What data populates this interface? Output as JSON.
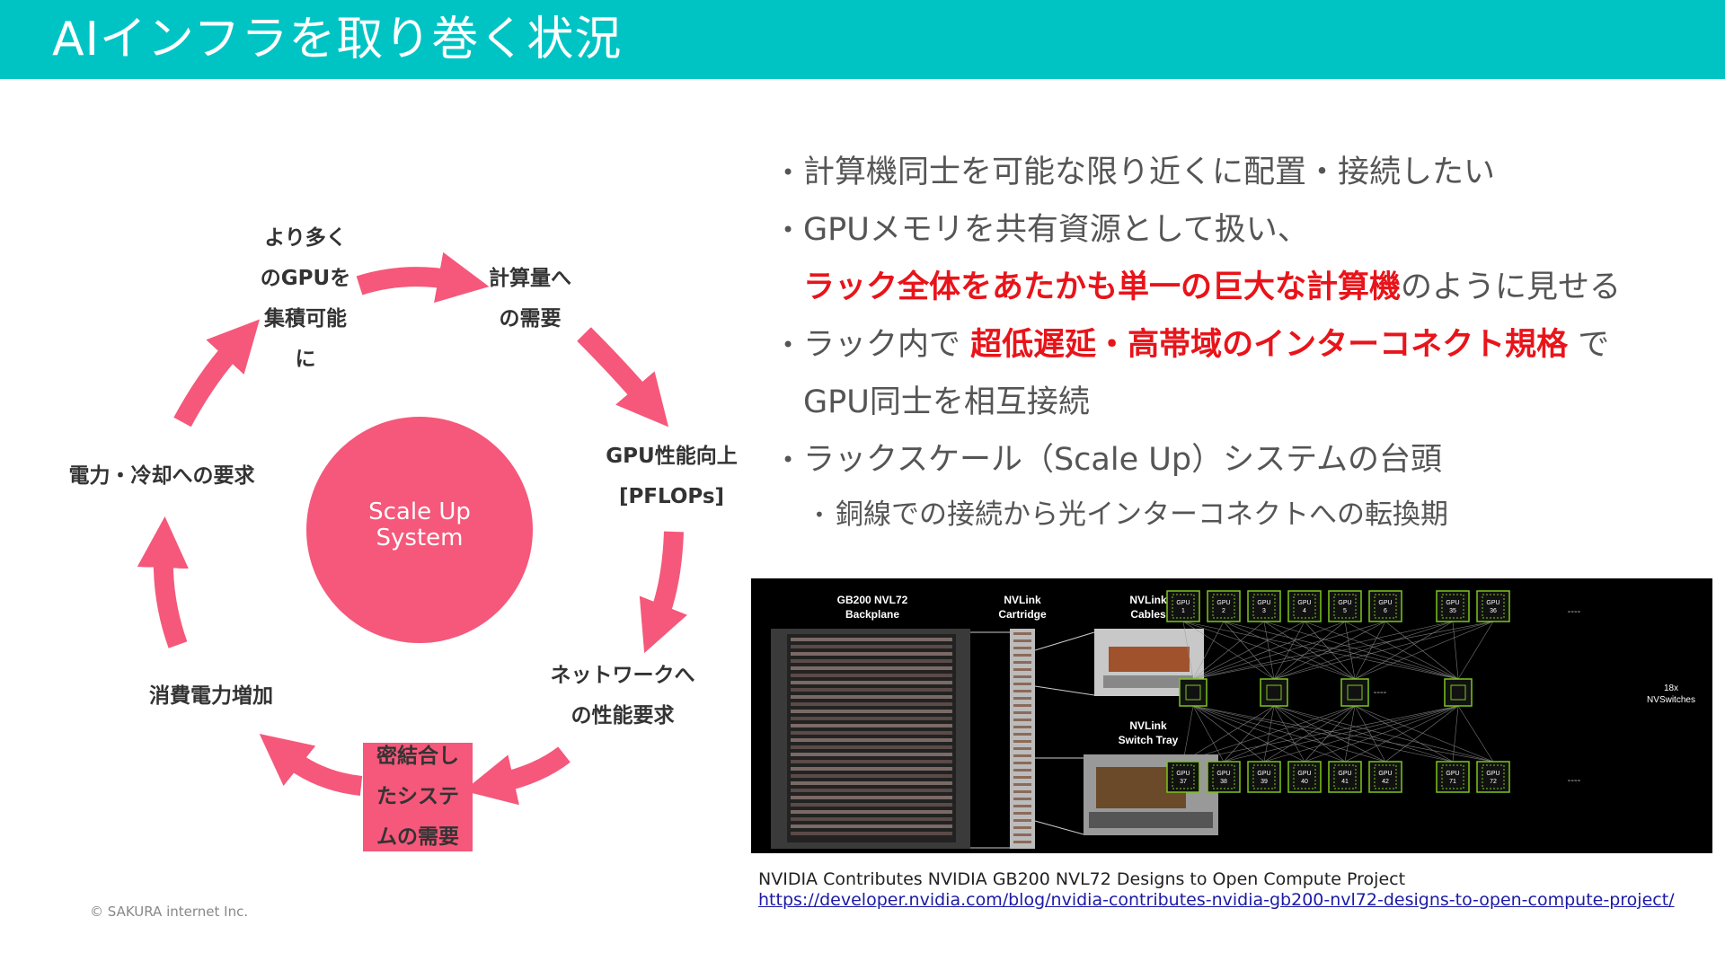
{
  "header": {
    "title": "AIインフラを取り巻く状況",
    "bg_color": "#00c4c4"
  },
  "cycle": {
    "center": {
      "line1": "Scale Up",
      "line2": "System",
      "color": "#f5587a"
    },
    "arrow_color": "#f5587a",
    "nodes": [
      {
        "lines": [
          "より多く",
          "のGPUを",
          "集積可能",
          "に"
        ]
      },
      {
        "lines": [
          "計算量へ",
          "の需要"
        ]
      },
      {
        "lines": [
          "GPU性能向上",
          "[PFLOPs]"
        ]
      },
      {
        "lines": [
          "ネットワークへ",
          "の性能要求"
        ]
      },
      {
        "lines": [
          "密結合し",
          "たシステ",
          "ムの需要"
        ],
        "highlighted": true
      },
      {
        "lines": [
          "消費電力増加"
        ]
      },
      {
        "lines": [
          "電力・冷却への要求"
        ]
      }
    ]
  },
  "bullets": {
    "b1": "計算機同士を可能な限り近くに配置・接続したい",
    "b2": "GPUメモリを共有資源として扱い、",
    "b2_red": "ラック全体をあたかも単一の巨大な計算機",
    "b2_tail": "のように見せる",
    "b3_pre": "ラック内で ",
    "b3_red": "超低遅延・高帯域のインターコネクト規格",
    "b3_post": " で",
    "b3_cont": "GPU同士を相互接続",
    "b4": "ラックスケール（Scale Up）システムの台頭",
    "b4_sub": "銅線での接続から光インターコネクトへの転換期",
    "bullet_glyph": "•",
    "accent_red": "#e8141a"
  },
  "figure": {
    "backplane_label_1": "GB200 NVL72",
    "backplane_label_2": "Backplane",
    "cartridge_label_1": "NVLink",
    "cartridge_label_2": "Cartridge",
    "cables_label_1": "NVLink",
    "cables_label_2": "Cables",
    "tray_label_1": "NVLink",
    "tray_label_2": "Switch Tray",
    "gpu_word": "GPU",
    "top_gpus": [
      "1",
      "2",
      "3",
      "4",
      "5",
      "6",
      "35",
      "36"
    ],
    "bottom_gpus": [
      "37",
      "38",
      "39",
      "40",
      "41",
      "42",
      "71",
      "72"
    ],
    "ellipsis": "----",
    "switch_note_1": "18x",
    "switch_note_2": "NVSwitches",
    "gpu_color": "#7cc61a"
  },
  "caption": {
    "title": "NVIDIA Contributes NVIDIA GB200 NVL72 Designs to Open Compute Project",
    "link": "https://developer.nvidia.com/blog/nvidia-contributes-nvidia-gb200-nvl72-designs-to-open-compute-project/"
  },
  "footer": {
    "copyright": "© SAKURA internet Inc."
  }
}
